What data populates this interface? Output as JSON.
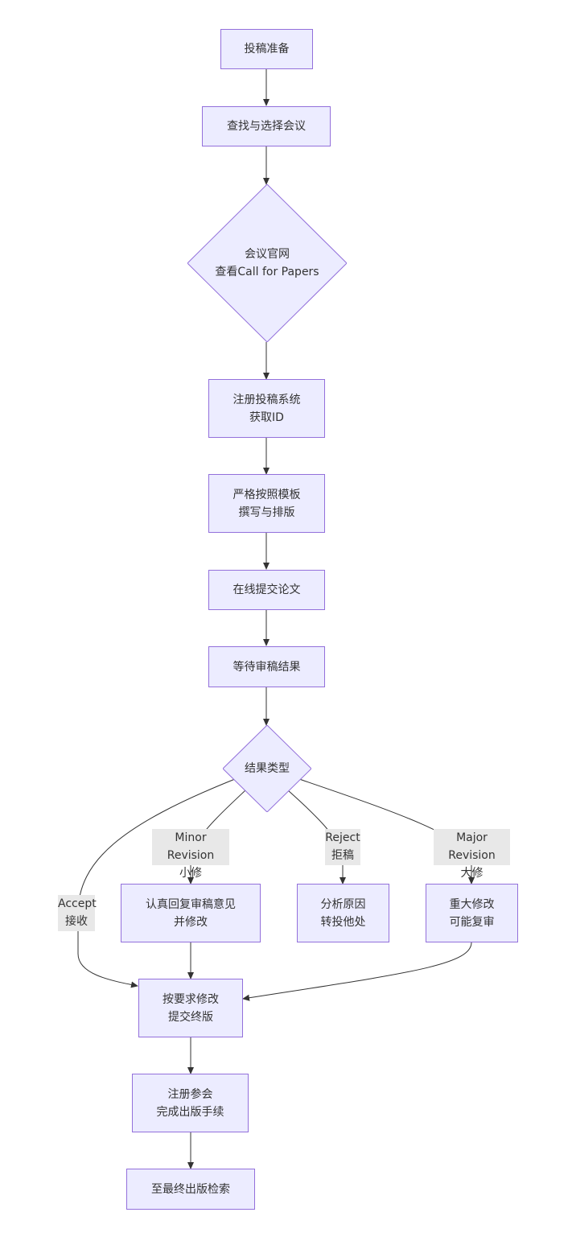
{
  "nodes": {
    "prep": "投稿准备",
    "find_conf": "查找与选择会议",
    "conf_site": "会议官网\n查看Call for Papers",
    "register_system": "注册投稿系统\n获取ID",
    "template": "严格按照模板\n撰写与排版",
    "submit": "在线提交论文",
    "wait": "等待审稿结果",
    "result_type": "结果类型",
    "minor_reply": "认真回复审稿意见\n并修改",
    "reject_analyze": "分析原因\n转投他处",
    "major_revise": "重大修改\n可能复审",
    "final_revise": "按要求修改\n提交终版",
    "register_conf": "注册参会\n完成出版手续",
    "publish": "至最终出版检索"
  },
  "edge_labels": {
    "accept": "Accept\n接收",
    "minor": "Minor Revision\n小修",
    "reject": "Reject\n拒稿",
    "major": "Major Revision\n大修"
  },
  "colors": {
    "node_fill": "#ECECFF",
    "node_border": "#9370DB",
    "edge": "#333333",
    "label_bg": "#E8E8E8"
  }
}
